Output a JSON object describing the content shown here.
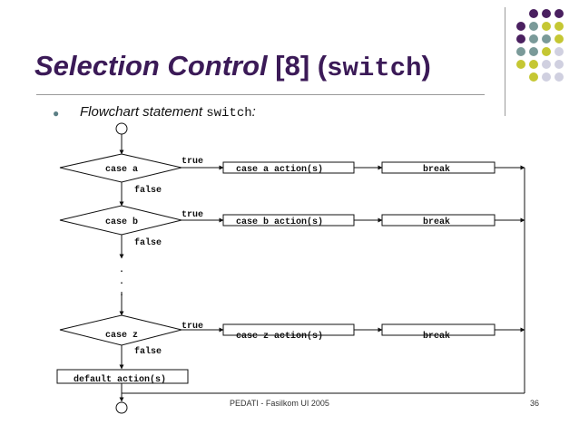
{
  "slide": {
    "title_italic": "Selection Control",
    "title_num": " [8] (",
    "title_code": "switch",
    "title_close": ")",
    "subtitle_text": "Flowchart statement ",
    "subtitle_code": "switch",
    "subtitle_end": ":",
    "footer_center": "PEDATI - Fasilkom UI 2005",
    "page_number": "36"
  },
  "flowchart": {
    "cases": [
      {
        "label": "case a",
        "true_label": "true",
        "false_label": "false",
        "action": "case a action(s)",
        "break": "break"
      },
      {
        "label": "case b",
        "true_label": "true",
        "false_label": "false",
        "action": "case b action(s)",
        "break": "break"
      },
      {
        "label": "case z",
        "true_label": "true",
        "false_label": "false",
        "action": "case z action(s)",
        "break": "break"
      }
    ],
    "ellipsis": [
      ".",
      ".",
      "."
    ],
    "default_action": "default action(s)"
  },
  "colors": {
    "title": "#3b1a57",
    "purple": "#4a2060",
    "teal": "#7a9a99",
    "olive": "#c5c733",
    "grey": "#d0d0e0",
    "line": "#9a9a9a"
  }
}
